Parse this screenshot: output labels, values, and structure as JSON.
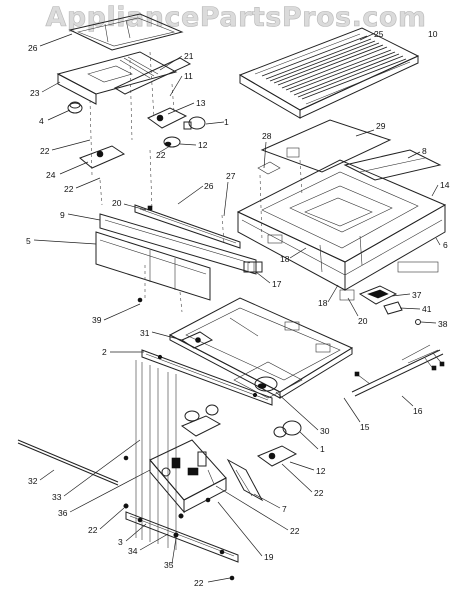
{
  "watermark": "AppliancePartsPros.com",
  "callouts": [
    {
      "id": "c26a",
      "label": "26"
    },
    {
      "id": "c25a",
      "label": "25"
    },
    {
      "id": "c21",
      "label": "21"
    },
    {
      "id": "c11",
      "label": "11"
    },
    {
      "id": "c23",
      "label": "23"
    },
    {
      "id": "c4",
      "label": "4"
    },
    {
      "id": "c13",
      "label": "13"
    },
    {
      "id": "c1a",
      "label": "1"
    },
    {
      "id": "c12a",
      "label": "12"
    },
    {
      "id": "c22a",
      "label": "22"
    },
    {
      "id": "c22b",
      "label": "22"
    },
    {
      "id": "c24",
      "label": "24"
    },
    {
      "id": "c22c",
      "label": "22"
    },
    {
      "id": "c10",
      "label": "10"
    },
    {
      "id": "c29",
      "label": "29"
    },
    {
      "id": "c28",
      "label": "28"
    },
    {
      "id": "c8",
      "label": "8"
    },
    {
      "id": "c27",
      "label": "27"
    },
    {
      "id": "c26b",
      "label": "26"
    },
    {
      "id": "c14",
      "label": "14"
    },
    {
      "id": "c20a",
      "label": "20"
    },
    {
      "id": "c9",
      "label": "9"
    },
    {
      "id": "c5",
      "label": "5"
    },
    {
      "id": "c6",
      "label": "6"
    },
    {
      "id": "c18a",
      "label": "18"
    },
    {
      "id": "c17",
      "label": "17"
    },
    {
      "id": "c18b",
      "label": "18"
    },
    {
      "id": "c37",
      "label": "37"
    },
    {
      "id": "c20b",
      "label": "20"
    },
    {
      "id": "c41",
      "label": "41"
    },
    {
      "id": "c39",
      "label": "39"
    },
    {
      "id": "c38",
      "label": "38"
    },
    {
      "id": "c31",
      "label": "31"
    },
    {
      "id": "c2",
      "label": "2"
    },
    {
      "id": "c15",
      "label": "15"
    },
    {
      "id": "c16",
      "label": "16"
    },
    {
      "id": "c30",
      "label": "30"
    },
    {
      "id": "c1b",
      "label": "1"
    },
    {
      "id": "c12b",
      "label": "12"
    },
    {
      "id": "c22d",
      "label": "22"
    },
    {
      "id": "c7",
      "label": "7"
    },
    {
      "id": "c32",
      "label": "32"
    },
    {
      "id": "c33",
      "label": "33"
    },
    {
      "id": "c36",
      "label": "36"
    },
    {
      "id": "c22e",
      "label": "22"
    },
    {
      "id": "c22f",
      "label": "22"
    },
    {
      "id": "c3",
      "label": "3"
    },
    {
      "id": "c34",
      "label": "34"
    },
    {
      "id": "c35",
      "label": "35"
    },
    {
      "id": "c19",
      "label": "19"
    },
    {
      "id": "c22g",
      "label": "22"
    }
  ]
}
